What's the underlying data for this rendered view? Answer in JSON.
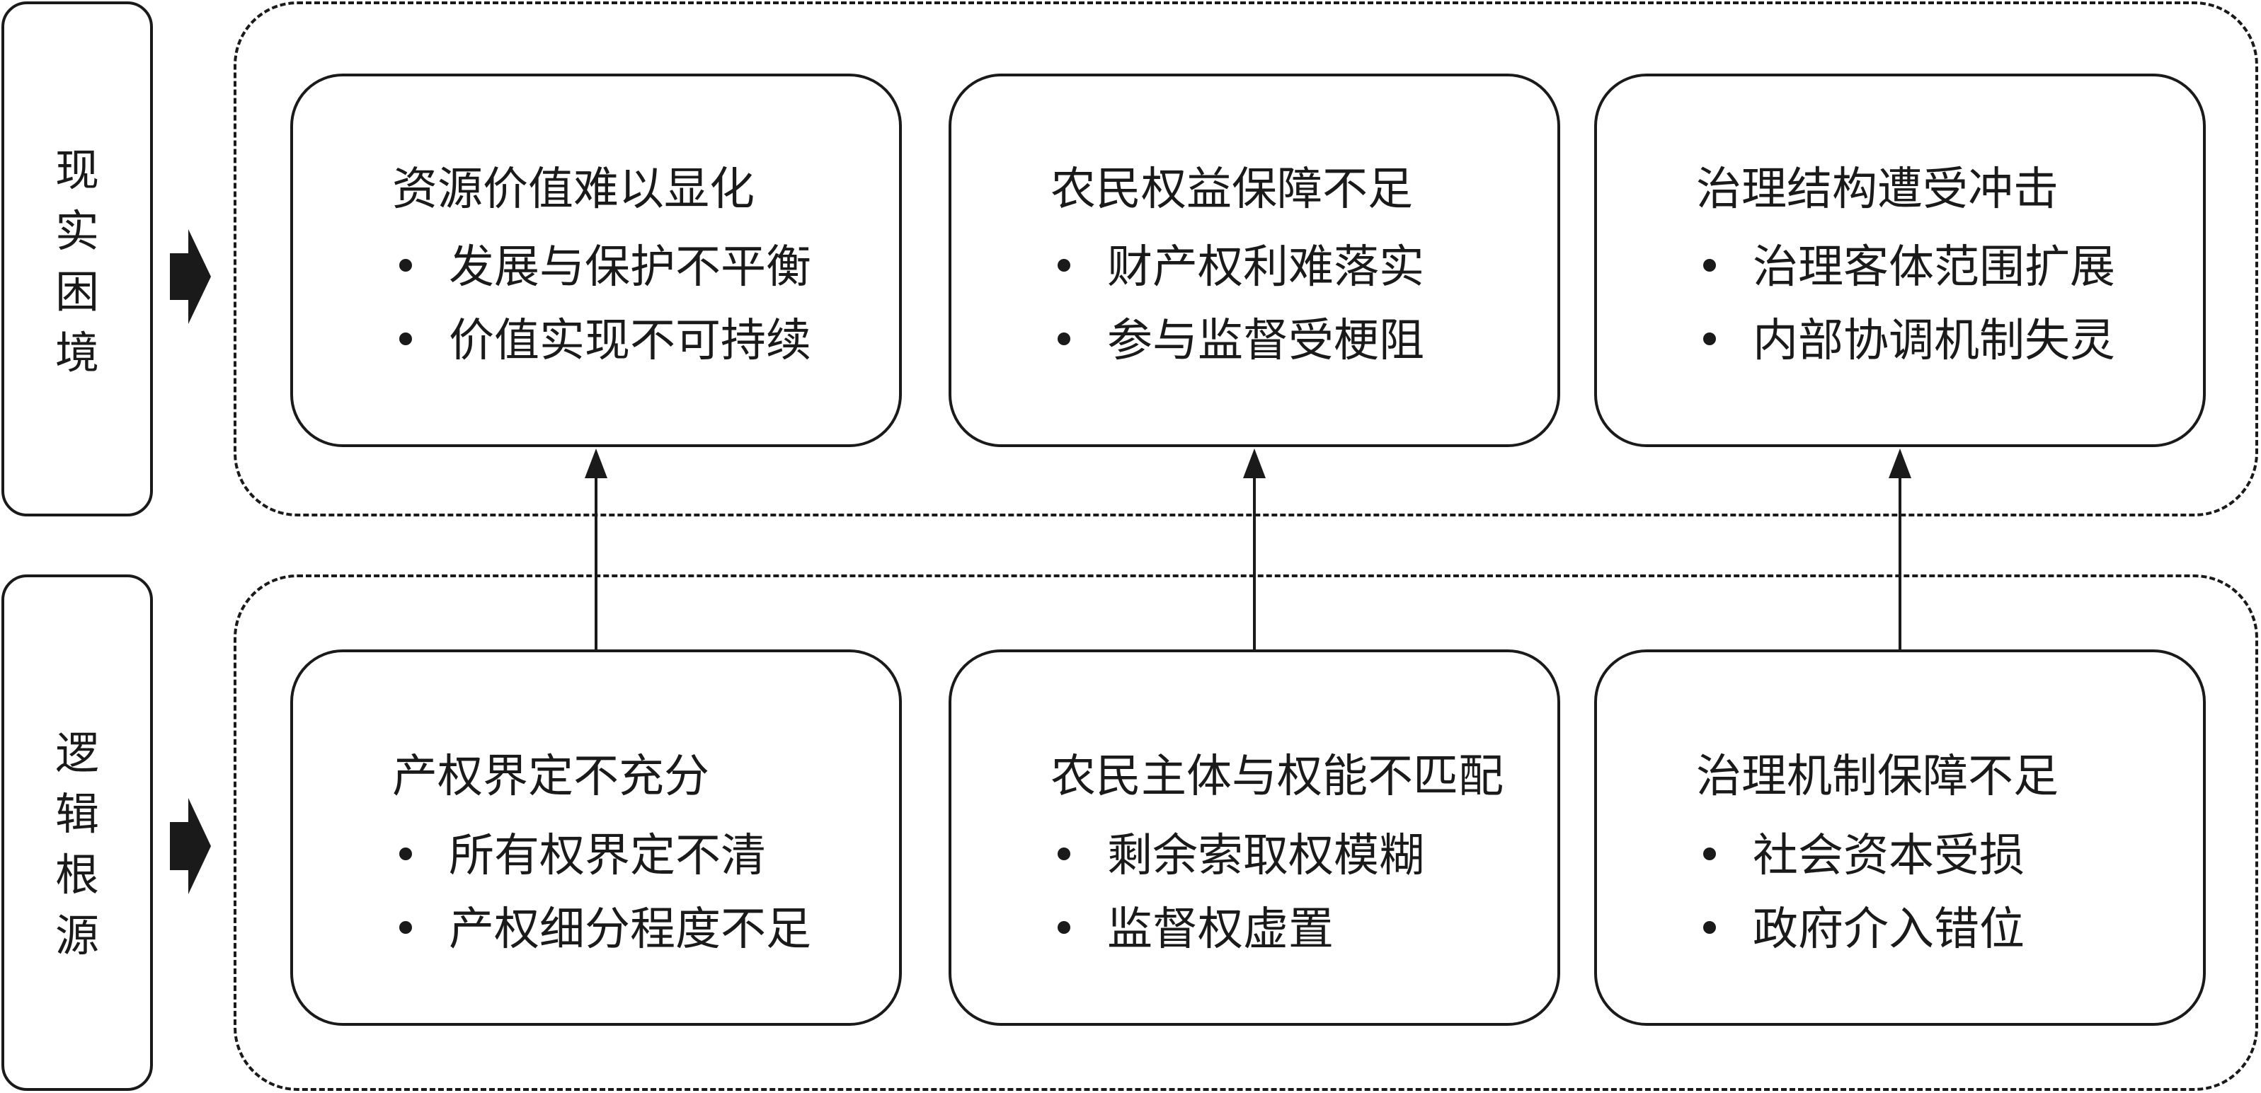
{
  "rows": [
    {
      "side_label": [
        "现",
        "实",
        "困",
        "境"
      ],
      "cards": [
        {
          "title": "资源价值难以显化",
          "bullets": [
            "发展与保护不平衡",
            "价值实现不可持续"
          ]
        },
        {
          "title": "农民权益保障不足",
          "bullets": [
            "财产权利难落实",
            "参与监督受梗阻"
          ]
        },
        {
          "title": "治理结构遭受冲击",
          "bullets": [
            "治理客体范围扩展",
            "内部协调机制失灵"
          ]
        }
      ]
    },
    {
      "side_label": [
        "逻",
        "辑",
        "根",
        "源"
      ],
      "cards": [
        {
          "title": "产权界定不充分",
          "bullets": [
            "所有权界定不清",
            "产权细分程度不足"
          ]
        },
        {
          "title": "农民主体与权能不匹配",
          "bullets": [
            "剩余索取权模糊",
            "监督权虚置"
          ]
        },
        {
          "title": "治理机制保障不足",
          "bullets": [
            "社会资本受损",
            "政府介入错位"
          ]
        }
      ]
    }
  ]
}
